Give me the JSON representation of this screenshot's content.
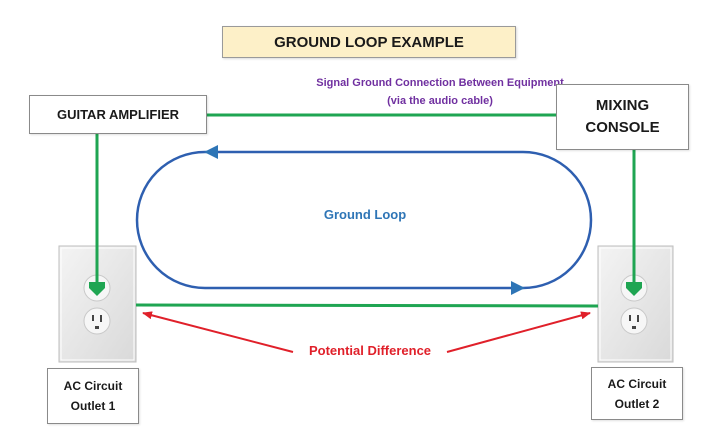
{
  "title": "GROUND LOOP EXAMPLE",
  "signal_caption": {
    "line1": "Signal Ground Connection Between Equipment",
    "line2": "(via the audio cable)"
  },
  "devices": {
    "amplifier": "GUITAR AMPLIFIER",
    "console_line1": "MIXING",
    "console_line2": "CONSOLE"
  },
  "outlets": [
    {
      "line1": "AC Circuit",
      "line2": "Outlet 1"
    },
    {
      "line1": "AC Circuit",
      "line2": "Outlet 2"
    }
  ],
  "loop_label": "Ground Loop",
  "potential_label": "Potential Difference",
  "colors": {
    "ground_wire": "#1fa552",
    "loop": "#2e5fb0",
    "loop_text": "#2e75b6",
    "potential": "#e0202a",
    "caption": "#7030a0",
    "title_fill": "#fdf0c8"
  }
}
